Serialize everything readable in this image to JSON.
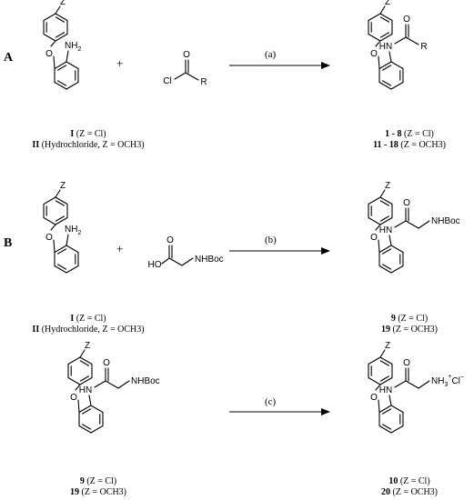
{
  "sections": {
    "a": "A",
    "b": "B"
  },
  "plus": "+",
  "conditions": {
    "a": "(a)",
    "b": "(b)",
    "c": "(c)"
  },
  "atoms": {
    "z": "Z",
    "o": "O",
    "nh2": "NH2",
    "cl": "Cl",
    "r": "R",
    "hn": "HN",
    "ho": "HO",
    "nhboc": "NHBoc",
    "nh3": "NH3+Cl−"
  },
  "compound_labels": {
    "start_1": {
      "num": "I",
      "rest": " (Z = Cl)"
    },
    "start_2": {
      "num": "II",
      "rest": " (Hydrochloride, Z = OCH3)"
    },
    "prodA_1": {
      "num": "1 - 8",
      "rest": " (Z = Cl)"
    },
    "prodA_2": {
      "num": "11 - 18",
      "rest": " (Z = OCH3)"
    },
    "prodB_1": {
      "num": "9",
      "rest": " (Z = Cl)"
    },
    "prodB_2": {
      "num": "19",
      "rest": " (Z = OCH3)"
    },
    "prodC_1": {
      "num": "10",
      "rest": " (Z = Cl)"
    },
    "prodC_2": {
      "num": "20",
      "rest": " (Z = OCH3)"
    }
  },
  "colors": {
    "ink": "#000000",
    "background": "#ffffff"
  }
}
